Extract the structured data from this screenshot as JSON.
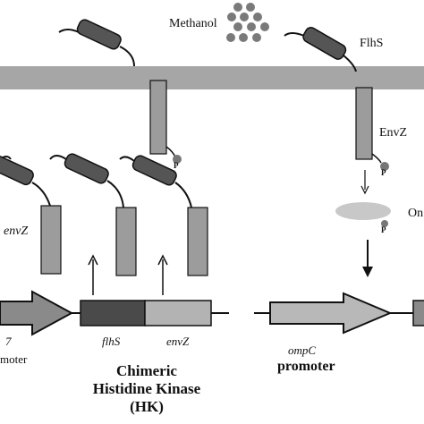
{
  "labels": {
    "methanol": "Methanol",
    "flhs_top": "FlhS",
    "envz_top": "EnvZ",
    "ompr_partial": "On",
    "envz_left": "envZ",
    "gene_flhs": "flhS",
    "gene_envz": "envZ",
    "ompc_italic": "ompC",
    "promoter_right": "promoter",
    "promoter_left": "moter",
    "t7_partial": "7",
    "hk_line1": "Chimeric",
    "hk_line2": "Histidine Kinase",
    "hk_line3": "(HK)",
    "phospho": "P"
  },
  "colors": {
    "membrane": "#a6a6a6",
    "sensor_domain": "#555555",
    "kinase_domain": "#9c9c9c",
    "flhs_gene": "#4a4a4a",
    "envz_gene": "#b3b3b3",
    "promoter_arrow": "#b8b8b8",
    "ompr": "#c8c8c8",
    "methanol_dots": "#7a7a7a",
    "outline": "#111111"
  }
}
